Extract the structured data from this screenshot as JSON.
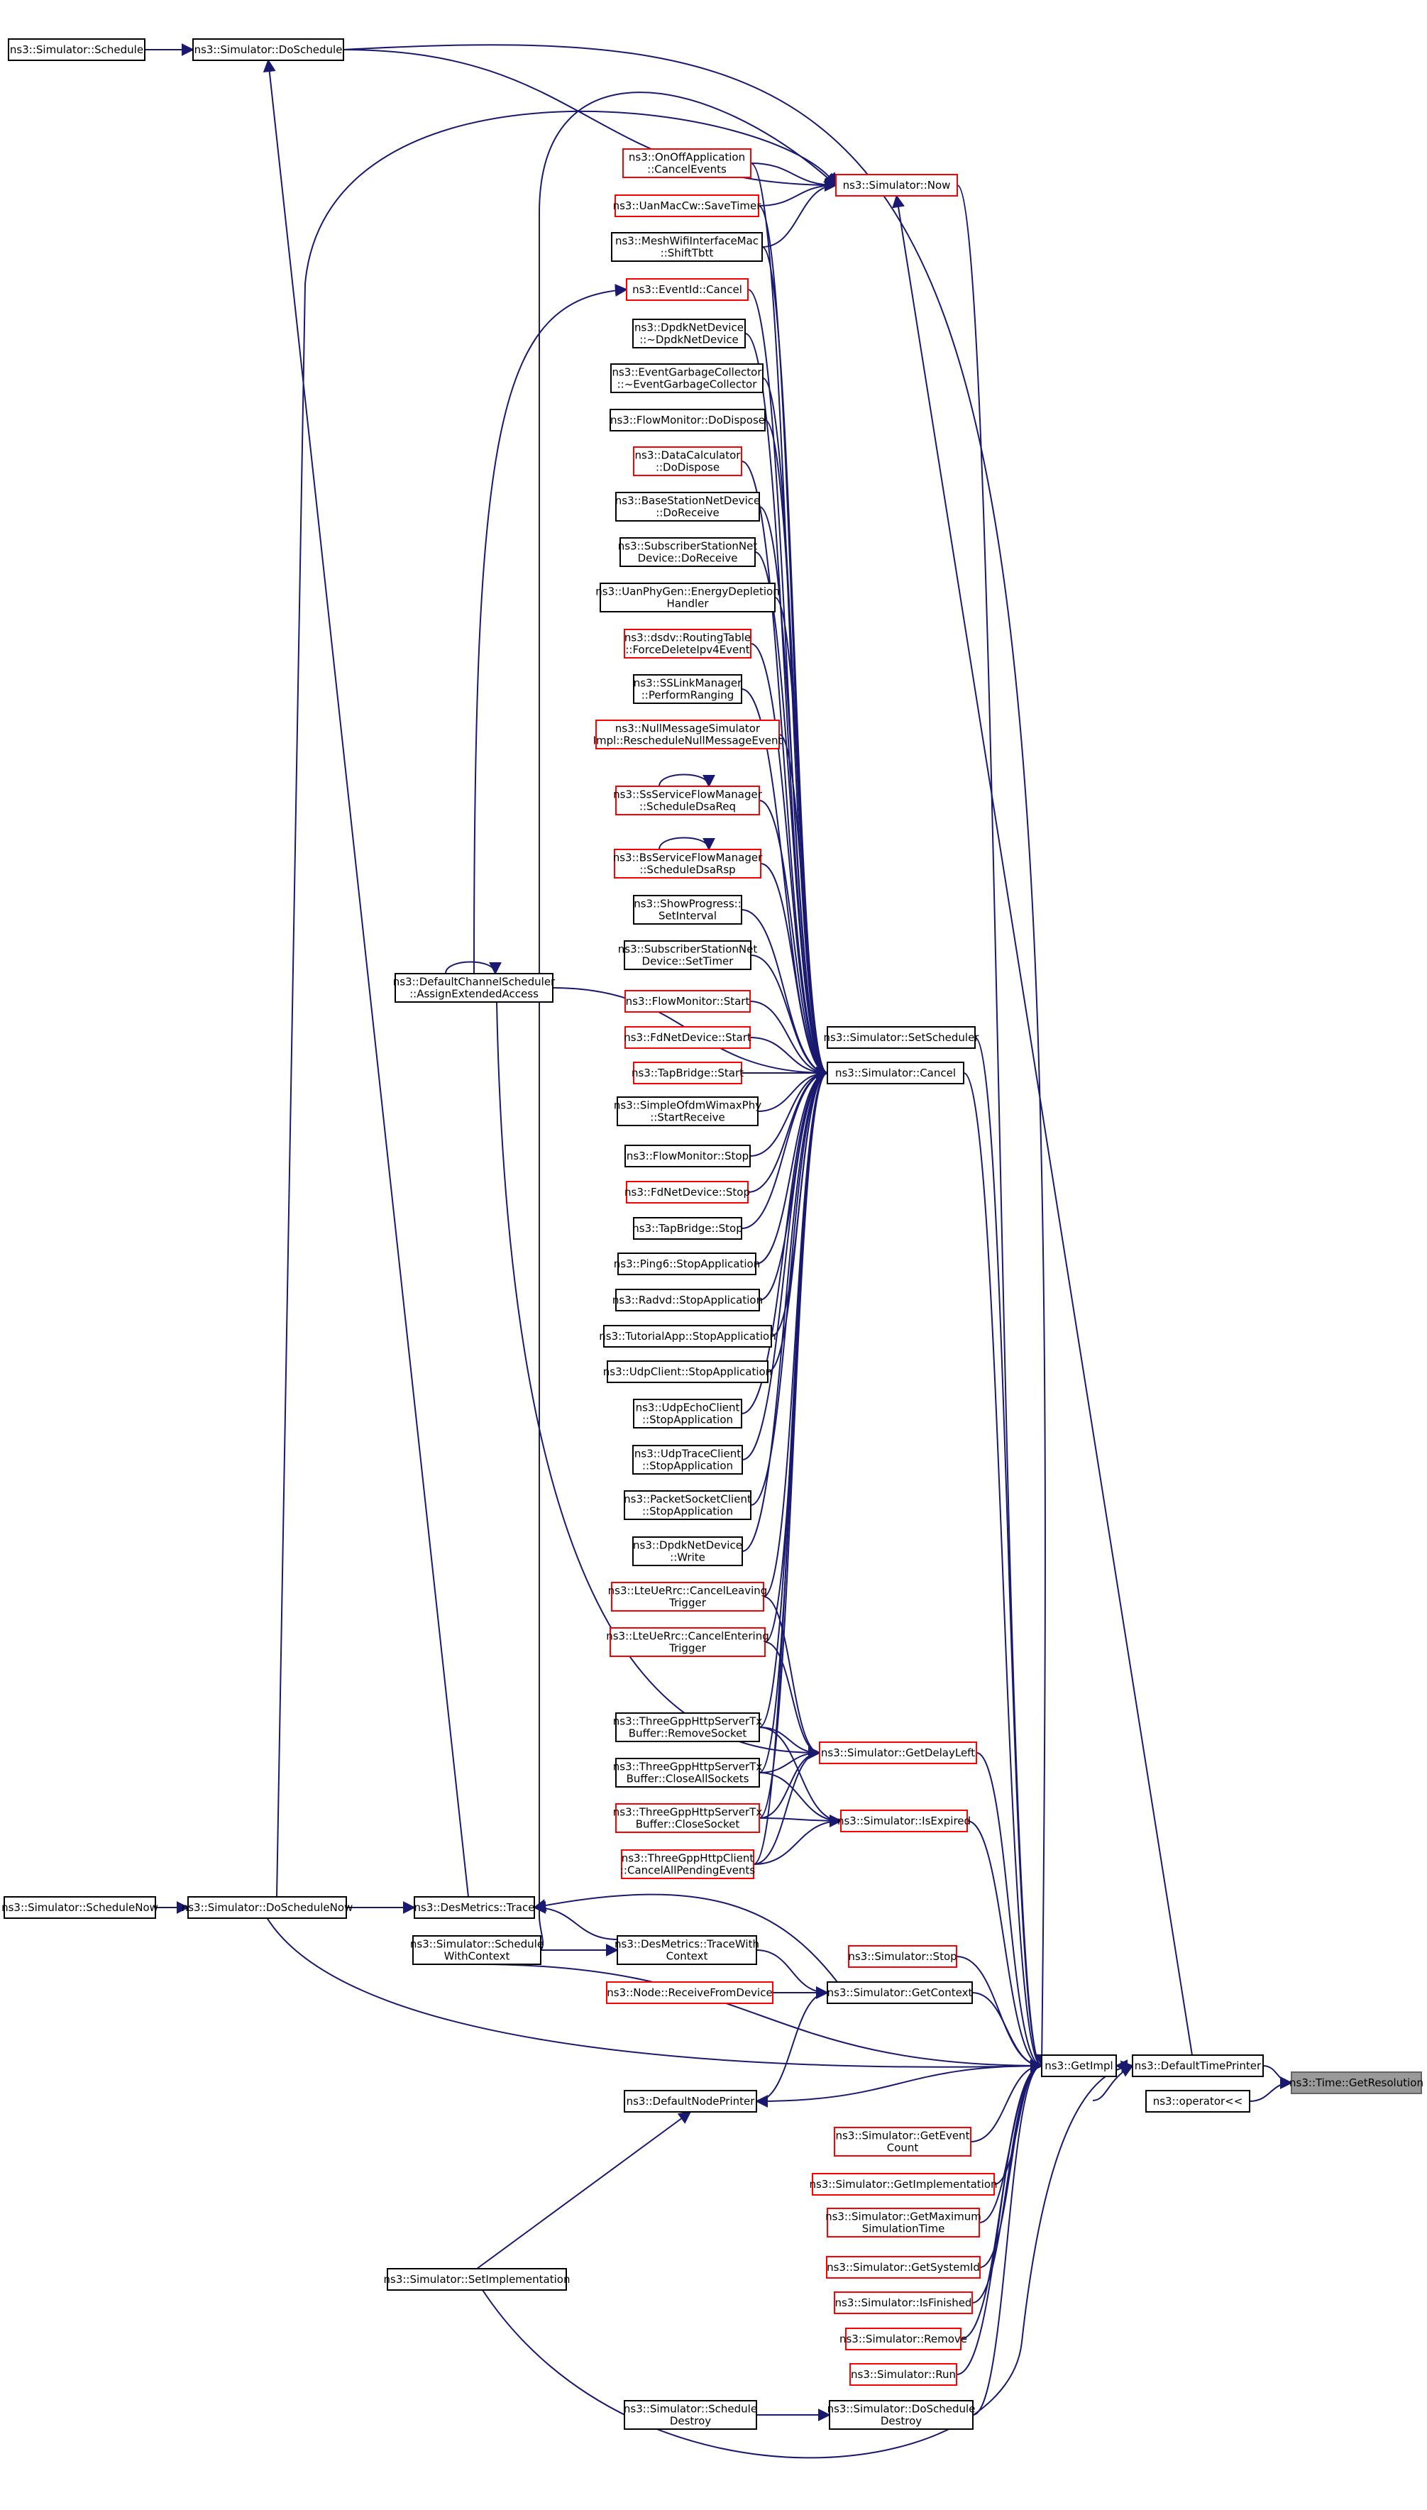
{
  "diagram": {
    "colors": {
      "edge": "#191970",
      "border_normal": "#000000",
      "border_red": "#ff0000",
      "focus_fill": "#999999",
      "focus_border": "#666666"
    },
    "nodes": [
      {
        "id": "sched",
        "lines": [
          "ns3::Simulator::Schedule"
        ],
        "style": "normal"
      },
      {
        "id": "dosched",
        "lines": [
          "ns3::Simulator::DoSchedule"
        ],
        "style": "normal"
      },
      {
        "id": "onoff",
        "lines": [
          "ns3::OnOffApplication",
          "::CancelEvents"
        ],
        "style": "red"
      },
      {
        "id": "now",
        "lines": [
          "ns3::Simulator::Now"
        ],
        "style": "red"
      },
      {
        "id": "uanmac",
        "lines": [
          "ns3::UanMacCw::SaveTimer"
        ],
        "style": "red"
      },
      {
        "id": "meshwifi",
        "lines": [
          "ns3::MeshWifiInterfaceMac",
          "::ShiftTbtt"
        ],
        "style": "normal"
      },
      {
        "id": "eventid",
        "lines": [
          "ns3::EventId::Cancel"
        ],
        "style": "red"
      },
      {
        "id": "dpdkdtor",
        "lines": [
          "ns3::DpdkNetDevice",
          "::~DpdkNetDevice"
        ],
        "style": "normal"
      },
      {
        "id": "egc",
        "lines": [
          "ns3::EventGarbageCollector",
          "::~EventGarbageCollector"
        ],
        "style": "normal"
      },
      {
        "id": "fmdispose",
        "lines": [
          "ns3::FlowMonitor::DoDispose"
        ],
        "style": "normal"
      },
      {
        "id": "datacalc",
        "lines": [
          "ns3::DataCalculator",
          "::DoDispose"
        ],
        "style": "red"
      },
      {
        "id": "bsnd",
        "lines": [
          "ns3::BaseStationNetDevice",
          "::DoReceive"
        ],
        "style": "normal"
      },
      {
        "id": "ssnd",
        "lines": [
          "ns3::SubscriberStationNet",
          "Device::DoReceive"
        ],
        "style": "normal"
      },
      {
        "id": "uanphy",
        "lines": [
          "ns3::UanPhyGen::EnergyDepletion",
          "Handler"
        ],
        "style": "normal"
      },
      {
        "id": "dsdv",
        "lines": [
          "ns3::dsdv::RoutingTable",
          "::ForceDeleteIpv4Event"
        ],
        "style": "red"
      },
      {
        "id": "sslink",
        "lines": [
          "ns3::SSLinkManager",
          "::PerformRanging"
        ],
        "style": "normal"
      },
      {
        "id": "nullmsg",
        "lines": [
          "ns3::NullMessageSimulator",
          "Impl::RescheduleNullMessageEvent"
        ],
        "style": "red"
      },
      {
        "id": "ssflow",
        "lines": [
          "ns3::SsServiceFlowManager",
          "::ScheduleDsaReq"
        ],
        "style": "red"
      },
      {
        "id": "bsflow",
        "lines": [
          "ns3::BsServiceFlowManager",
          "::ScheduleDsaRsp"
        ],
        "style": "red"
      },
      {
        "id": "showprog",
        "lines": [
          "ns3::ShowProgress::",
          "SetInterval"
        ],
        "style": "normal"
      },
      {
        "id": "sstimer",
        "lines": [
          "ns3::SubscriberStationNet",
          "Device::SetTimer"
        ],
        "style": "normal"
      },
      {
        "id": "fmstart",
        "lines": [
          "ns3::FlowMonitor::Start"
        ],
        "style": "red"
      },
      {
        "id": "fdstart",
        "lines": [
          "ns3::FdNetDevice::Start"
        ],
        "style": "red"
      },
      {
        "id": "tapstart",
        "lines": [
          "ns3::TapBridge::Start"
        ],
        "style": "red"
      },
      {
        "id": "setsched",
        "lines": [
          "ns3::Simulator::SetScheduler"
        ],
        "style": "normal"
      },
      {
        "id": "cancel",
        "lines": [
          "ns3::Simulator::Cancel"
        ],
        "style": "normal"
      },
      {
        "id": "dcs",
        "lines": [
          "ns3::DefaultChannelScheduler",
          "::AssignExtendedAccess"
        ],
        "style": "normal"
      },
      {
        "id": "ofdm",
        "lines": [
          "ns3::SimpleOfdmWimaxPhy",
          "::StartReceive"
        ],
        "style": "normal"
      },
      {
        "id": "fmstop",
        "lines": [
          "ns3::FlowMonitor::Stop"
        ],
        "style": "normal"
      },
      {
        "id": "fdstop",
        "lines": [
          "ns3::FdNetDevice::Stop"
        ],
        "style": "red"
      },
      {
        "id": "tapstop",
        "lines": [
          "ns3::TapBridge::Stop"
        ],
        "style": "normal"
      },
      {
        "id": "ping6",
        "lines": [
          "ns3::Ping6::StopApplication"
        ],
        "style": "normal"
      },
      {
        "id": "radvd",
        "lines": [
          "ns3::Radvd::StopApplication"
        ],
        "style": "normal"
      },
      {
        "id": "tutapp",
        "lines": [
          "ns3::TutorialApp::StopApplication"
        ],
        "style": "normal"
      },
      {
        "id": "udpclient",
        "lines": [
          "ns3::UdpClient::StopApplication"
        ],
        "style": "normal"
      },
      {
        "id": "udpecho",
        "lines": [
          "ns3::UdpEchoClient",
          "::StopApplication"
        ],
        "style": "normal"
      },
      {
        "id": "udptrace",
        "lines": [
          "ns3::UdpTraceClient",
          "::StopApplication"
        ],
        "style": "normal"
      },
      {
        "id": "pktsock",
        "lines": [
          "ns3::PacketSocketClient",
          "::StopApplication"
        ],
        "style": "normal"
      },
      {
        "id": "dpdkwrite",
        "lines": [
          "ns3::DpdkNetDevice",
          "::Write"
        ],
        "style": "normal"
      },
      {
        "id": "lteleave",
        "lines": [
          "ns3::LteUeRrc::CancelLeaving",
          "Trigger"
        ],
        "style": "red"
      },
      {
        "id": "lteenter",
        "lines": [
          "ns3::LteUeRrc::CancelEntering",
          "Trigger"
        ],
        "style": "red"
      },
      {
        "id": "thremove",
        "lines": [
          "ns3::ThreeGppHttpServerTx",
          "Buffer::RemoveSocket"
        ],
        "style": "normal"
      },
      {
        "id": "getdelay",
        "lines": [
          "ns3::Simulator::GetDelayLeft"
        ],
        "style": "red"
      },
      {
        "id": "thcloseall",
        "lines": [
          "ns3::ThreeGppHttpServerTx",
          "Buffer::CloseAllSockets"
        ],
        "style": "normal"
      },
      {
        "id": "thclose",
        "lines": [
          "ns3::ThreeGppHttpServerTx",
          "Buffer::CloseSocket"
        ],
        "style": "red"
      },
      {
        "id": "isexpired",
        "lines": [
          "ns3::Simulator::IsExpired"
        ],
        "style": "red"
      },
      {
        "id": "thclient",
        "lines": [
          "ns3::ThreeGppHttpClient",
          "::CancelAllPendingEvents"
        ],
        "style": "red"
      },
      {
        "id": "schednow",
        "lines": [
          "ns3::Simulator::ScheduleNow"
        ],
        "style": "normal"
      },
      {
        "id": "doschednow",
        "lines": [
          "ns3::Simulator::DoScheduleNow"
        ],
        "style": "normal"
      },
      {
        "id": "destrace",
        "lines": [
          "ns3::DesMetrics::Trace"
        ],
        "style": "normal"
      },
      {
        "id": "schedctx",
        "lines": [
          "ns3::Simulator::Schedule",
          "WithContext"
        ],
        "style": "normal"
      },
      {
        "id": "destracectx",
        "lines": [
          "ns3::DesMetrics::TraceWith",
          "Context"
        ],
        "style": "normal"
      },
      {
        "id": "stop",
        "lines": [
          "ns3::Simulator::Stop"
        ],
        "style": "red"
      },
      {
        "id": "recvdev",
        "lines": [
          "ns3::Node::ReceiveFromDevice"
        ],
        "style": "red"
      },
      {
        "id": "getctx",
        "lines": [
          "ns3::Simulator::GetContext"
        ],
        "style": "normal"
      },
      {
        "id": "getimpl",
        "lines": [
          "ns3::GetImpl"
        ],
        "style": "normal"
      },
      {
        "id": "deftime",
        "lines": [
          "ns3::DefaultTimePrinter"
        ],
        "style": "normal"
      },
      {
        "id": "getres",
        "lines": [
          "ns3::Time::GetResolution"
        ],
        "style": "focus"
      },
      {
        "id": "defnode",
        "lines": [
          "ns3::DefaultNodePrinter"
        ],
        "style": "normal"
      },
      {
        "id": "oplt",
        "lines": [
          "ns3::operator<<"
        ],
        "style": "normal"
      },
      {
        "id": "geteventcount",
        "lines": [
          "ns3::Simulator::GetEvent",
          "Count"
        ],
        "style": "red"
      },
      {
        "id": "getimplementation",
        "lines": [
          "ns3::Simulator::GetImplementation"
        ],
        "style": "red"
      },
      {
        "id": "getmaxsim",
        "lines": [
          "ns3::Simulator::GetMaximum",
          "SimulationTime"
        ],
        "style": "red"
      },
      {
        "id": "getsysid",
        "lines": [
          "ns3::Simulator::GetSystemId"
        ],
        "style": "red"
      },
      {
        "id": "isfinished",
        "lines": [
          "ns3::Simulator::IsFinished"
        ],
        "style": "red"
      },
      {
        "id": "remove",
        "lines": [
          "ns3::Simulator::Remove"
        ],
        "style": "red"
      },
      {
        "id": "run",
        "lines": [
          "ns3::Simulator::Run"
        ],
        "style": "red"
      },
      {
        "id": "setimpl",
        "lines": [
          "ns3::Simulator::SetImplementation"
        ],
        "style": "normal"
      },
      {
        "id": "scheddestroy",
        "lines": [
          "ns3::Simulator::Schedule",
          "Destroy"
        ],
        "style": "normal"
      },
      {
        "id": "doscheddestroy",
        "lines": [
          "ns3::Simulator::DoSchedule",
          "Destroy"
        ],
        "style": "normal"
      }
    ]
  }
}
